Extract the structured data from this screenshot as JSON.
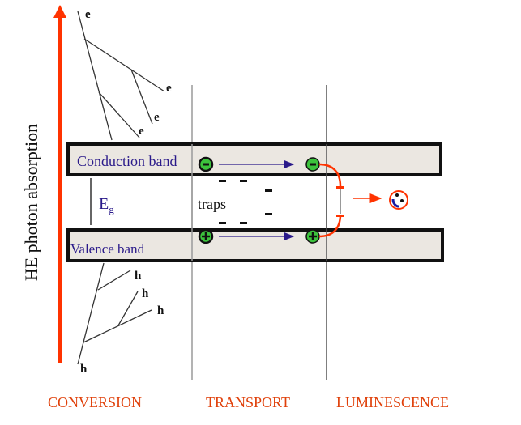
{
  "diagram": {
    "axis_label": "HE photon absorption",
    "bands": {
      "conduction": "Conduction band",
      "valence": "Valence band"
    },
    "gap_label": "E",
    "gap_subscript": "g",
    "traps_label": "traps",
    "electron_label": "e",
    "hole_label": "h",
    "stages": [
      "CONVERSION",
      "TRANSPORT",
      "LUMINESCENCE"
    ],
    "colors": {
      "arrow_red": "#ff3300",
      "stage_text": "#e0400a",
      "band_text": "#2a1a8a",
      "band_fill": "#ebe7e1",
      "carrier_green": "#3cc23c",
      "transport_arrow": "#2a1a8a"
    }
  }
}
